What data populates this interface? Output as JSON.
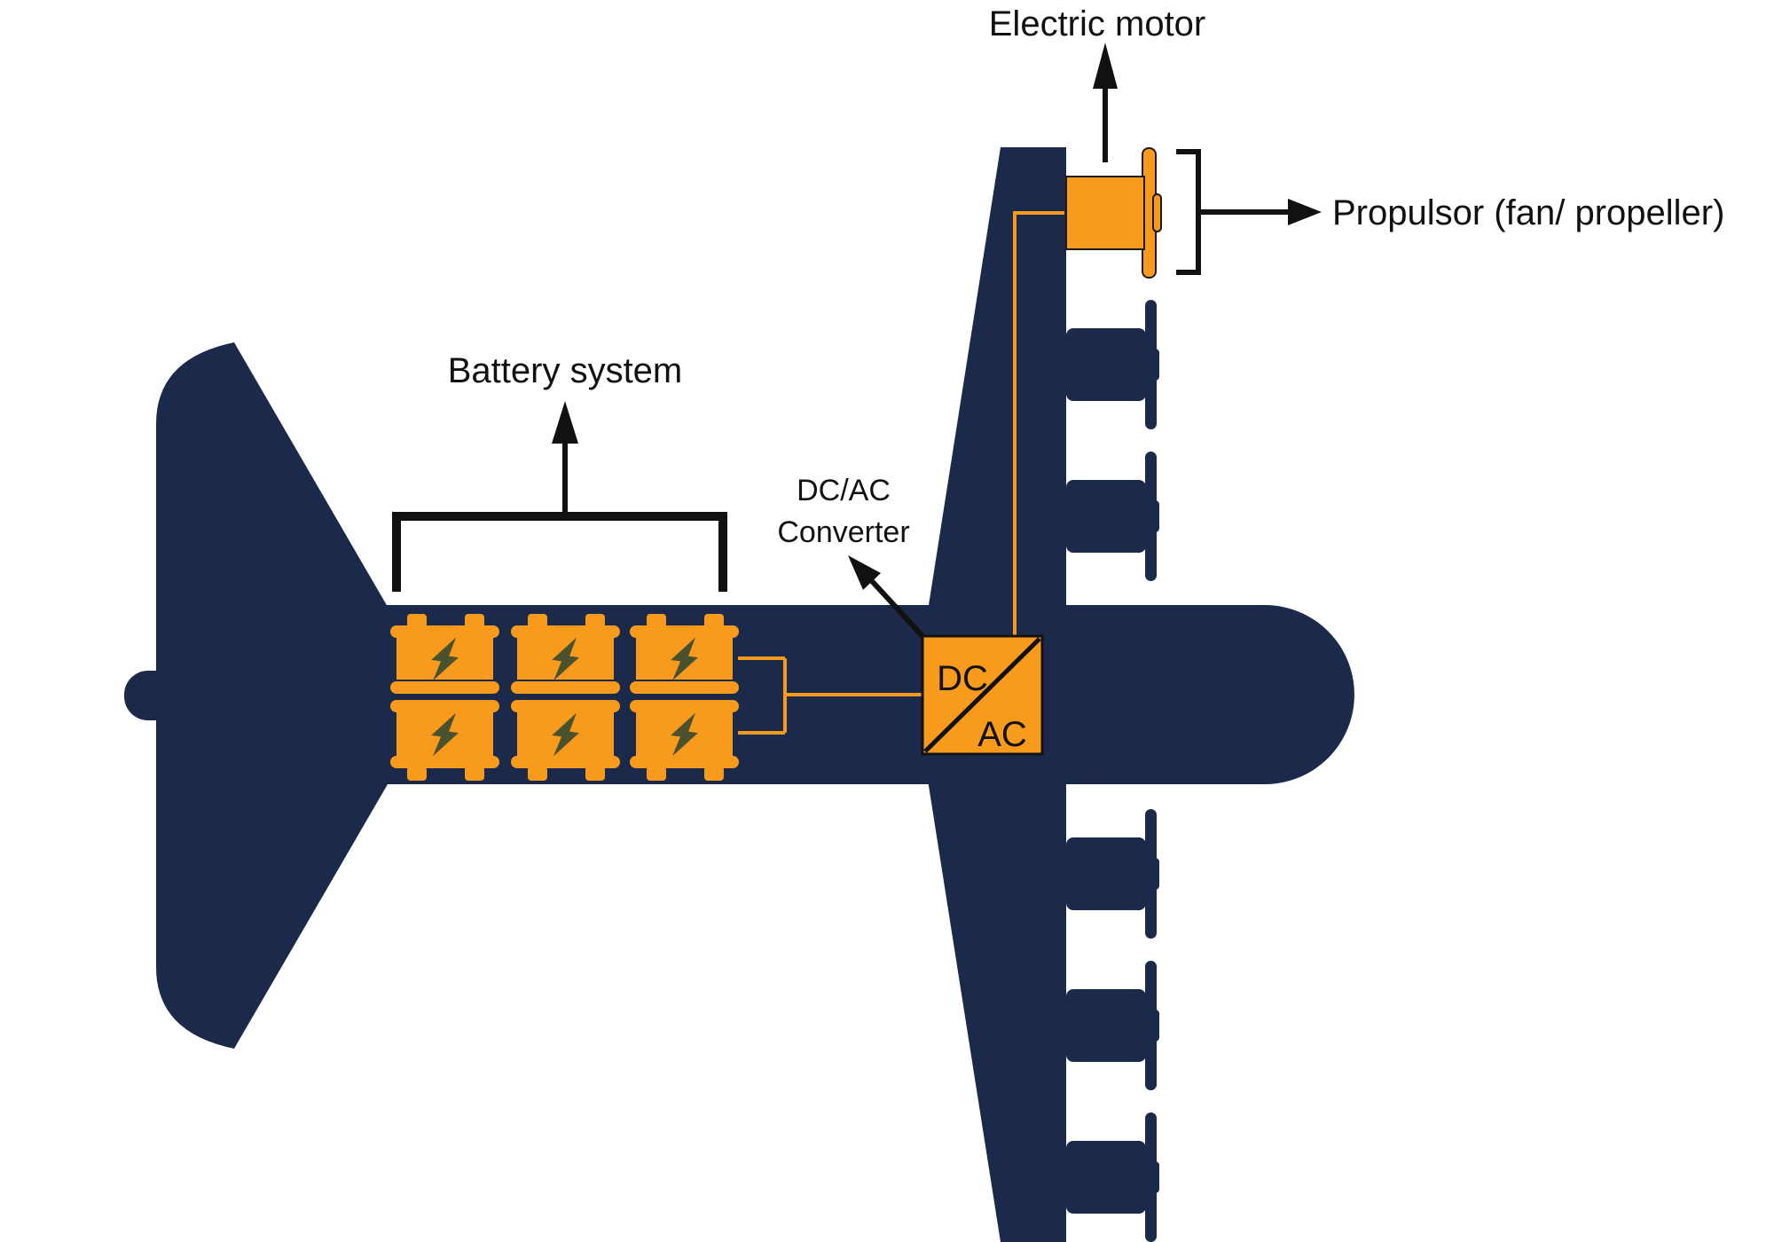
{
  "labels": {
    "electric_motor": "Electric motor",
    "propulsor": "Propulsor (fan/ propeller)",
    "battery_system": "Battery system",
    "converter_label_line1": "DC/AC",
    "converter_label_line2": "Converter",
    "converter_dc": "DC",
    "converter_ac": "AC"
  },
  "colors": {
    "navy": "#1b2a4a",
    "orange": "#f89b1c",
    "bolt": "#49512e",
    "ink": "#111111",
    "background": "#ffffff"
  },
  "icons": {
    "airplane": "top-view-airplane-silhouette",
    "battery": "battery-cell-with-lightning-bolt",
    "motor": "electric-motor-pod",
    "propeller": "propeller-disc",
    "converter": "dc-ac-converter-box",
    "wire": "power-wire"
  }
}
